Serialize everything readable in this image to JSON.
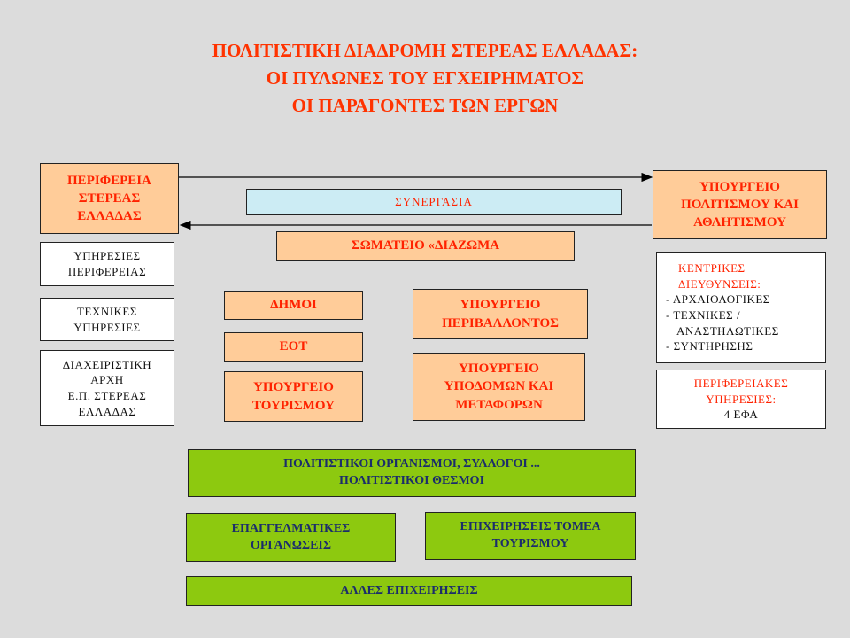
{
  "title": {
    "line1": "ΠΟΛΙΤΙΣΤΙΚΗ ΔΙΑΔΡΟΜΗ ΣΤΕΡΕΑΣ ΕΛΛΑΔΑΣ:",
    "line2": "ΟΙ ΠΥΛΩΝΕΣ ΤΟΥ ΕΓΧΕΙΡΗΜΑΤΟΣ",
    "line3": "ΟΙ ΠΑΡΑΓΟΝΤΕΣ ΤΩΝ ΕΡΓΩΝ"
  },
  "region": [
    "ΠΕΡΙΦΕΡΕΙΑ",
    "ΣΤΕΡΕΑΣ",
    "ΕΛΛΑΔΑΣ"
  ],
  "ministry_culture": [
    "ΥΠΟΥΡΓΕΙΟ",
    "ΠΟΛΙΤΙΣΜΟΥ ΚΑΙ",
    "ΑΘΛΗΤΙΣΜΟΥ"
  ],
  "cooperation": "ΣΥΝΕΡΓΑΣΙΑ",
  "diazoma": "ΣΩΜΑΤΕΙΟ «ΔΙΑΖΩΜΑ",
  "region_services": [
    "ΥΠΗΡΕΣΙΕΣ",
    "ΠΕΡΙΦΕΡΕΙΑΣ"
  ],
  "technical_services": [
    "ΤΕΧΝΙΚΕΣ",
    "ΥΠΗΡΕΣΙΕΣ"
  ],
  "managing_authority": [
    "ΔΙΑΧΕΙΡΙΣΤΙΚΗ",
    "ΑΡΧΗ",
    "Ε.Π. ΣΤΕΡΕΑΣ",
    "ΕΛΛΑΔΑΣ"
  ],
  "municipalities": "ΔΗΜΟΙ",
  "eot": "ΕΟΤ",
  "ministry_tourism": [
    "ΥΠΟΥΡΓΕΙΟ",
    "ΤΟΥΡΙΣΜΟΥ"
  ],
  "ministry_environment": [
    "ΥΠΟΥΡΓΕΙΟ",
    "ΠΕΡΙΒΑΛΛΟΝΤΟΣ"
  ],
  "ministry_infrastructure": [
    "ΥΠΟΥΡΓΕΙΟ",
    "ΥΠΟΔΟΜΩΝ ΚΑΙ",
    "ΜΕΤΑΦΟΡΩΝ"
  ],
  "central_directorates": {
    "heading1": "ΚΕΝΤΡΙΚΕΣ",
    "heading2": "ΔΙΕΥΘΥΝΣΕΙΣ:",
    "items": [
      "- ΑΡΧΑΙΟΛΟΓΙΚΕΣ",
      "- ΤΕΧΝΙΚΕΣ /",
      "ΑΝΑΣΤΗΛΩΤΙΚΕΣ",
      "- ΣΥΝΤΗΡΗΣΗΣ"
    ]
  },
  "regional_services": {
    "heading1": "ΠΕΡΙΦΕΡΕΙΑΚΕΣ",
    "heading2": "ΥΠΗΡΕΣΙΕΣ:",
    "value": "4 ΕΦΑ"
  },
  "cultural_orgs": [
    "ΠΟΛΙΤΙΣΤΙΚΟΙ ΟΡΓΑΝΙΣΜΟΙ, ΣΥΛΛΟΓΟΙ ...",
    "ΠΟΛΙΤΙΣΤΙΚΟΙ ΘΕΣΜΟΙ"
  ],
  "professional_orgs": [
    "ΕΠΑΓΓΕΛΜΑΤΙΚΕΣ",
    "ΟΡΓΑΝΩΣΕΙΣ"
  ],
  "tourism_businesses": [
    "ΕΠΙΧΕΙΡΗΣΕΙΣ ΤΟΜΕΑ",
    "ΤΟΥΡΙΣΜΟΥ"
  ],
  "other_businesses": "ΑΛΛΕΣ ΕΠΙΧΕΙΡΗΣΕΙΣ",
  "colors": {
    "background": "#dcdcdc",
    "title": "#ff3300",
    "salmon_box": "#ffcc99",
    "green_box": "#8dc90f",
    "cyan_box": "#ccecf4",
    "red_text": "#ff2200",
    "navy_text": "#1b2d6b"
  }
}
